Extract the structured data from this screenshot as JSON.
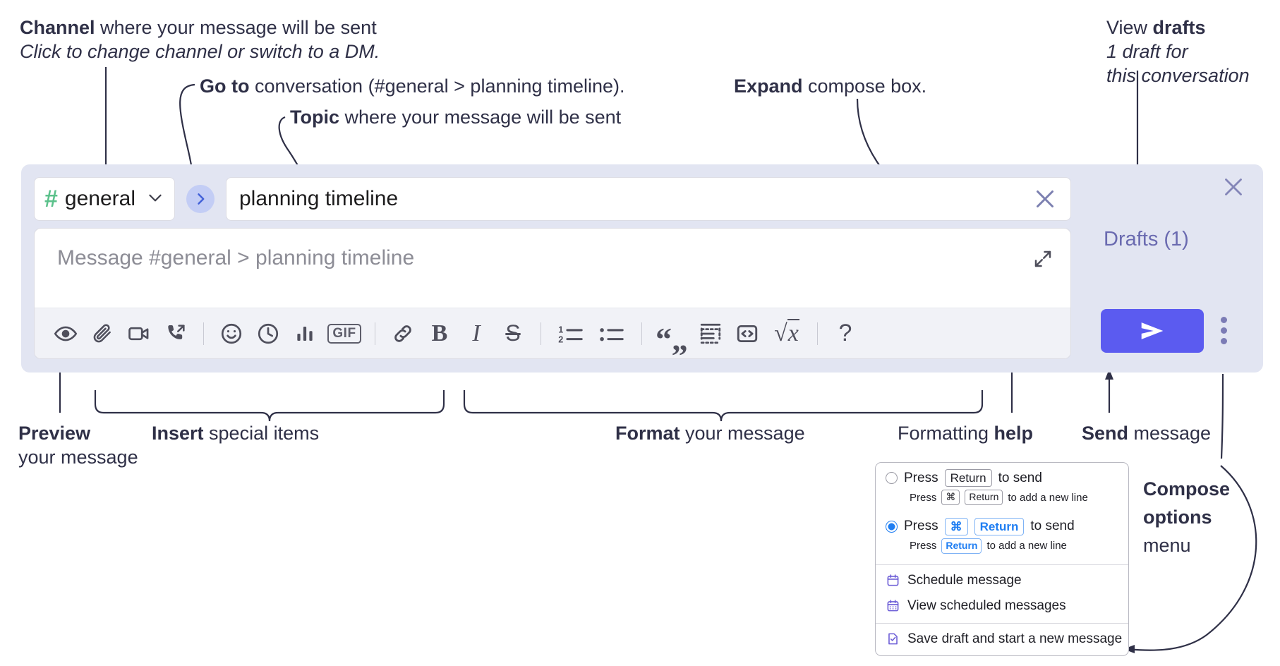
{
  "annotations": {
    "channel": {
      "bold": "Channel",
      "rest": " where your message will be sent",
      "italic": "Click to change channel or switch to a DM."
    },
    "goto": {
      "bold": "Go to",
      "rest": " conversation (#general > planning timeline)."
    },
    "topic": {
      "bold": "Topic",
      "rest": " where your message will be sent"
    },
    "expand": {
      "bold": "Expand",
      "rest": " compose box."
    },
    "drafts": {
      "lead": "View ",
      "bold": "drafts",
      "italic1": "1 draft for",
      "italic2": "this conversation"
    },
    "preview": {
      "bold": "Preview",
      "rest": "your message"
    },
    "insert": {
      "bold": "Insert",
      "rest": " special items"
    },
    "format": {
      "bold": "Format",
      "rest": " your message"
    },
    "help": {
      "lead": "Formatting ",
      "bold": "help"
    },
    "send": {
      "bold": "Send",
      "rest": " message"
    },
    "compose_options": {
      "bold1": "Compose",
      "bold2": "options",
      "rest": "menu"
    }
  },
  "compose": {
    "channel_name": "general",
    "channel_hash": "#",
    "topic_value": "planning timeline",
    "message_placeholder": "Message #general > planning timeline",
    "drafts_label": "Drafts (1)",
    "toolbar": [
      {
        "name": "preview-icon",
        "label": "Preview"
      },
      {
        "name": "attachment-icon",
        "label": "Attach file"
      },
      {
        "name": "video-icon",
        "label": "Video clip"
      },
      {
        "name": "audio-call-icon",
        "label": "Audio clip"
      },
      {
        "name": "separator",
        "label": ""
      },
      {
        "name": "emoji-icon",
        "label": "Emoji"
      },
      {
        "name": "clock-icon",
        "label": "Reminder"
      },
      {
        "name": "poll-icon",
        "label": "Poll"
      },
      {
        "name": "gif-icon",
        "label": "GIF"
      },
      {
        "name": "separator",
        "label": ""
      },
      {
        "name": "link-icon",
        "label": "Link"
      },
      {
        "name": "bold-icon",
        "label": "B"
      },
      {
        "name": "italic-icon",
        "label": "I"
      },
      {
        "name": "strikethrough-icon",
        "label": "S"
      },
      {
        "name": "separator",
        "label": ""
      },
      {
        "name": "ordered-list-icon",
        "label": "Ordered list"
      },
      {
        "name": "bulleted-list-icon",
        "label": "Bulleted list"
      },
      {
        "name": "separator",
        "label": ""
      },
      {
        "name": "blockquote-icon",
        "label": "Blockquote"
      },
      {
        "name": "code-block-icon",
        "label": "Code block"
      },
      {
        "name": "inline-code-icon",
        "label": "Code"
      },
      {
        "name": "math-icon",
        "label": "Math"
      },
      {
        "name": "separator",
        "label": ""
      },
      {
        "name": "help-icon",
        "label": "?"
      }
    ]
  },
  "options_menu": {
    "radio1": {
      "selected": false,
      "prefix": "Press",
      "key": "Return",
      "suffix": "to send",
      "sub_prefix": "Press",
      "sub_key1": "⌘",
      "sub_key2": "Return",
      "sub_suffix": "to add a new line"
    },
    "radio2": {
      "selected": true,
      "prefix": "Press",
      "key1": "⌘",
      "key2": "Return",
      "suffix": "to send",
      "sub_prefix": "Press",
      "sub_key": "Return",
      "sub_suffix": "to add a new line"
    },
    "items": [
      {
        "icon": "calendar-schedule-icon",
        "label": "Schedule message"
      },
      {
        "icon": "calendar-list-icon",
        "label": "View scheduled messages"
      },
      {
        "icon": "save-draft-icon",
        "label": "Save draft and start a new message"
      }
    ]
  },
  "colors": {
    "accent_purple": "#5b5bf0",
    "shell_lavender": "#e2e5f2",
    "channel_green": "#5bc18b",
    "goto_blue": "#c3cdf5",
    "drafts_text": "#6a6ab0",
    "radio_blue": "#1f7ef2",
    "toolbar_bg": "#f1f2f7",
    "ink": "#2f3047"
  }
}
